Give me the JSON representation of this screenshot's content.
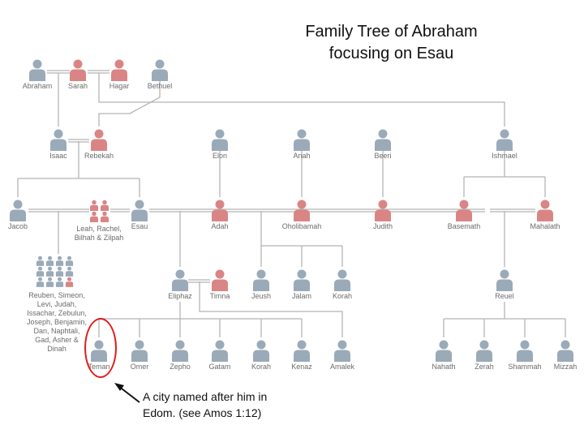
{
  "title": {
    "line1": "Family Tree of Abraham",
    "line2": "focusing on Esau"
  },
  "colors": {
    "male": "#9aaab8",
    "female": "#d98585",
    "line": "#b5b5b5",
    "highlight": "#e11a1a"
  },
  "people": {
    "abraham": "Abraham",
    "sarah": "Sarah",
    "hagar": "Hagar",
    "bethuel": "Bethuel",
    "isaac": "Isaac",
    "rebekah": "Rebekah",
    "elon": "Elon",
    "anah": "Anah",
    "beeri": "Beeri",
    "ishmael": "Ishmael",
    "jacob": "Jacob",
    "wives": "Leah, Rachel,\nBilhah & Zilpah",
    "esau": "Esau",
    "adah": "Adah",
    "oholibamah": "Oholibamah",
    "judith": "Judith",
    "basemath": "Basemath",
    "mahalath": "Mahalath",
    "sons_of_jacob": "Reuben, Simeon,\nLevi, Judah,\nIssachar, Zebulun,\nJoseph, Benjamin,\nDan, Naphtali,\nGad, Asher &\nDinah",
    "eliphaz": "Eliphaz",
    "timna": "Timna",
    "jeush": "Jeush",
    "jalam": "Jalam",
    "korah": "Korah",
    "reuel": "Reuel",
    "teman": "Teman",
    "omer": "Omer",
    "zepho": "Zepho",
    "gatam": "Gatam",
    "korah2": "Korah",
    "kenaz": "Kenaz",
    "amalek": "Amalek",
    "nahath": "Nahath",
    "zerah": "Zerah",
    "shammah": "Shammah",
    "mizzah": "Mizzah"
  },
  "annotation": {
    "line1": "A city named after him in",
    "line2": "Edom. (see Amos 1:12)"
  }
}
